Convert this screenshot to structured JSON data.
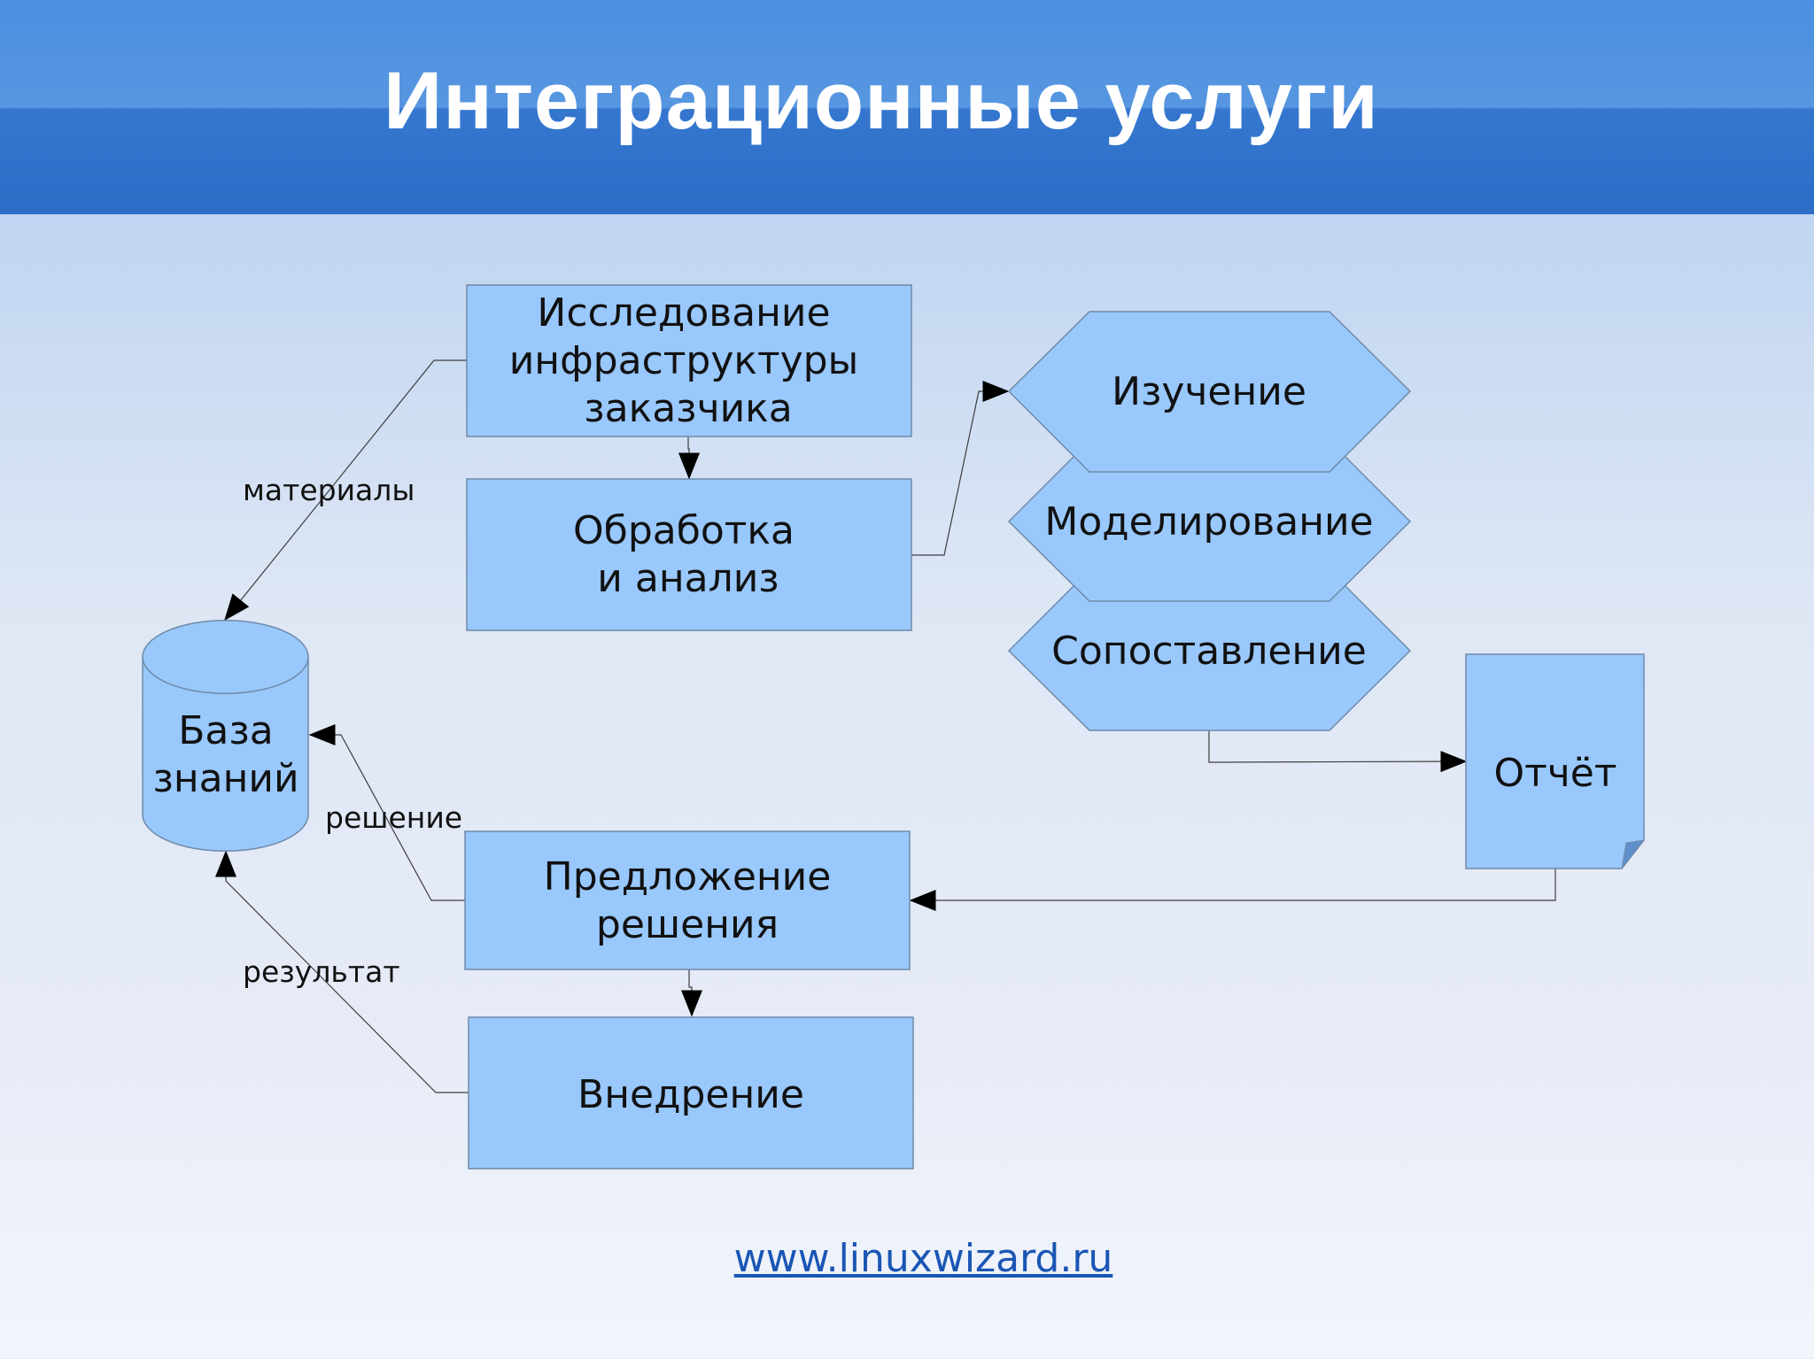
{
  "header": {
    "title": "Интеграционные услуги"
  },
  "nodes": {
    "research": {
      "lines": [
        "Исследование",
        "инфраструктуры",
        "заказчика"
      ]
    },
    "processing": {
      "lines": [
        "Обработка",
        "и анализ"
      ]
    },
    "study": {
      "label": "Изучение"
    },
    "modeling": {
      "label": "Моделирование"
    },
    "comparison": {
      "label": "Сопоставление"
    },
    "report": {
      "label": "Отчёт"
    },
    "knowledge_base": {
      "lines": [
        "База",
        "знаний"
      ]
    },
    "solution": {
      "lines": [
        "Предложение",
        "решения"
      ]
    },
    "implementation": {
      "label": "Внедрение"
    }
  },
  "edge_labels": {
    "materials": "материалы",
    "decision": "решение",
    "result": "результат"
  },
  "footer": {
    "link": "www.linuxwizard.ru"
  }
}
